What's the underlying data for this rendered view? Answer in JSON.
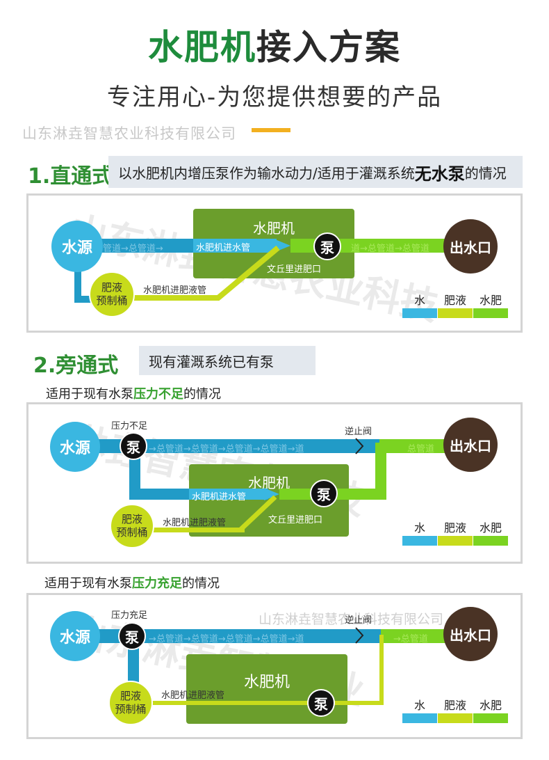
{
  "header": {
    "title_green": "水肥机",
    "title_dark": "接入方案",
    "subtitle": "专注用心-为您提供想要的产品",
    "watermark": "山东淋垚智慧农业科技有限公司"
  },
  "labels": {
    "water_source": "水源",
    "water_outlet": "出水口",
    "fert_machine": "水肥机",
    "pump": "泵",
    "tank_line1": "肥液",
    "tank_line2": "预制桶",
    "main_pipe": "总管道",
    "pipe_arrow": "→",
    "main_pipe_left_partial": "管道",
    "main_pipe_right_partial": "道",
    "inlet_pipe": "水肥机进水管",
    "fert_pipe": "水肥机进肥液管",
    "venturi": "文丘里进肥口",
    "check_valve": "逆止阀",
    "legend_water": "水",
    "legend_fert": "肥液",
    "legend_mix": "水肥"
  },
  "section1": {
    "title": "1.直通式",
    "desc_pre": "以水肥机内增压泵作为输水动力/适用于灌溉系统",
    "desc_bold": "无水泵",
    "desc_post": "的情况"
  },
  "section2": {
    "title": "2.旁通式",
    "desc": "现有灌溉系统已有泵",
    "case_a": {
      "note_pre": "适用于现有水泵",
      "note_bold": "压力不足",
      "note_post": "的情况",
      "pressure_label": "压力不足"
    },
    "case_b": {
      "note_pre": "适用于现有水泵",
      "note_bold": "压力充足",
      "note_post": "的情况",
      "pressure_label": "压力充足"
    }
  },
  "watermarks": {
    "big_1": "山东淋垚智慧农业科技",
    "big_2": "淋垚智慧农业科技",
    "big_3": "山东淋垚智慧农业",
    "line_3": "山东淋垚智慧农业科技有限公司"
  },
  "colors": {
    "water": "#3ab7e1",
    "fert": "#c7db1b",
    "mix": "#7bd321",
    "pipe_water": "#219bc7",
    "machine": "#6b9e2c",
    "outlet": "#4a3325",
    "title_green": "#1e8c3c"
  }
}
